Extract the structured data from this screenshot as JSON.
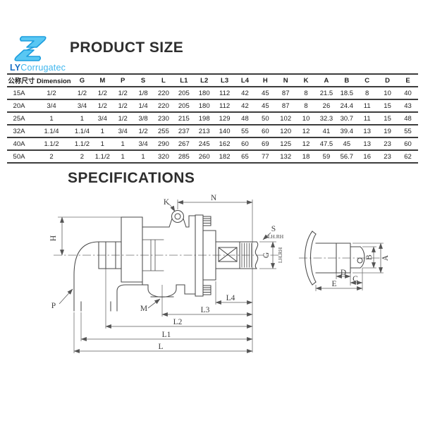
{
  "logo": {
    "brand": "LY",
    "brand2": "Corrugatec"
  },
  "headings": {
    "product_size": "PRODUCT SIZE",
    "specifications": "SPECIFICATIONS"
  },
  "table": {
    "first_header": "公称尺寸 Dimension",
    "headers": [
      "G",
      "M",
      "P",
      "S",
      "L",
      "L1",
      "L2",
      "L3",
      "L4",
      "H",
      "N",
      "K",
      "A",
      "B",
      "C",
      "D",
      "E"
    ],
    "rows": [
      [
        "15A",
        "1/2",
        "1/2",
        "1/2",
        "1/2",
        "1/8",
        "220",
        "205",
        "180",
        "112",
        "42",
        "45",
        "87",
        "8",
        "21.5",
        "18.5",
        "8",
        "10",
        "40"
      ],
      [
        "20A",
        "3/4",
        "3/4",
        "1/2",
        "1/2",
        "1/4",
        "220",
        "205",
        "180",
        "112",
        "42",
        "45",
        "87",
        "8",
        "26",
        "24.4",
        "11",
        "15",
        "43"
      ],
      [
        "25A",
        "1",
        "1",
        "3/4",
        "1/2",
        "3/8",
        "230",
        "215",
        "198",
        "129",
        "48",
        "50",
        "102",
        "10",
        "32.3",
        "30.7",
        "11",
        "15",
        "48"
      ],
      [
        "32A",
        "1.1/4",
        "1.1/4",
        "1",
        "3/4",
        "1/2",
        "255",
        "237",
        "213",
        "140",
        "55",
        "60",
        "120",
        "12",
        "41",
        "39.4",
        "13",
        "19",
        "55"
      ],
      [
        "40A",
        "1.1/2",
        "1.1/2",
        "1",
        "1",
        "3/4",
        "290",
        "267",
        "245",
        "162",
        "60",
        "69",
        "125",
        "12",
        "47.5",
        "45",
        "13",
        "23",
        "60"
      ],
      [
        "50A",
        "2",
        "2",
        "1.1/2",
        "1",
        "1",
        "320",
        "285",
        "260",
        "182",
        "65",
        "77",
        "132",
        "18",
        "59",
        "56.7",
        "16",
        "23",
        "62"
      ]
    ]
  },
  "drawing": {
    "labels": {
      "h": "H",
      "k": "K",
      "n": "N",
      "p": "P",
      "m": "M",
      "s": "S",
      "g": "G",
      "lh_rh": "LH.RH",
      "l4": "L4",
      "l3": "L3",
      "l2": "L2",
      "l1": "L1",
      "l": "L",
      "a": "A",
      "b": "B",
      "c": "C",
      "d": "D",
      "e": "E"
    }
  }
}
